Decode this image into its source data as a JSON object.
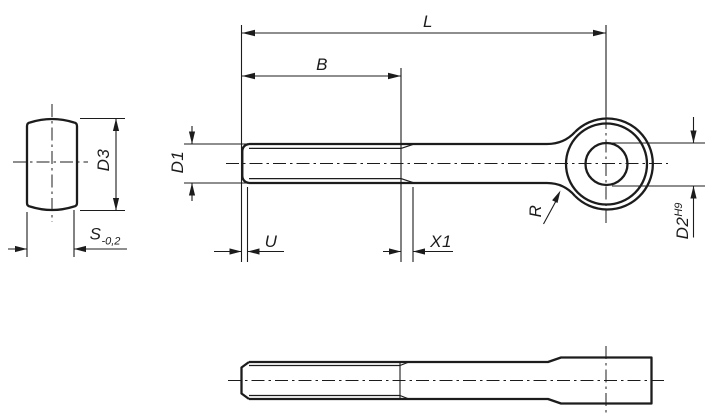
{
  "drawing": {
    "background_color": "#ffffff",
    "line_color": "#1c1c1c"
  },
  "eye_side_view": {
    "d3": "D3",
    "s": "S",
    "s_tolerance": "-0,2"
  },
  "front_view": {
    "l": "L",
    "b": "B",
    "d1": "D1",
    "u": "U",
    "x1": "X1",
    "r": "R",
    "d2": "D2",
    "d2_fit": "H9"
  }
}
